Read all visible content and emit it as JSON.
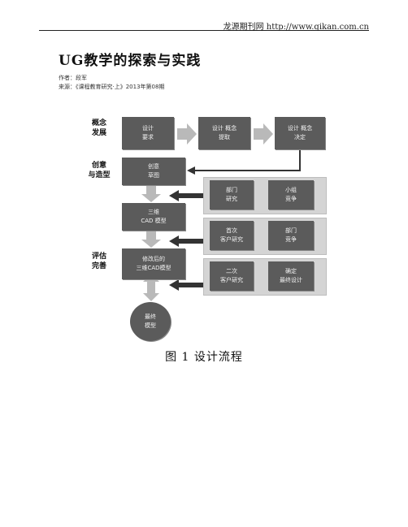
{
  "header": {
    "site": "龙源期刊网 http://www.qikan.com.cn"
  },
  "article": {
    "title": "UG教学的探索与实践",
    "author": "作者：段军",
    "source": "来源：《课程教育研究·上》2013年第08期"
  },
  "figure": {
    "stages": {
      "concept": [
        "概念",
        "发展"
      ],
      "creative": [
        "创意",
        "与造型"
      ],
      "evaluate": [
        "评估",
        "完善"
      ]
    },
    "boxes": {
      "design_req": [
        "设计",
        "要求"
      ],
      "concept_extract": [
        "设计 概念",
        "提取"
      ],
      "concept_finalize": [
        "设计 概念",
        "决定"
      ],
      "sketch": [
        "创意",
        "草图"
      ],
      "dept_research": [
        "部门",
        "研究"
      ],
      "group_discussion": [
        "小组",
        "竞争"
      ],
      "cad_model": [
        "三维",
        "CAD 模型"
      ],
      "first_customer": [
        "首次",
        "客户研究"
      ],
      "dept_discussion": [
        "部门",
        "竞争"
      ],
      "revised_cad": [
        "修改后的",
        "三维CAD模型"
      ],
      "second_customer": [
        "二次",
        "客户研究"
      ],
      "confirm_prototype": [
        "确定",
        "最终设计"
      ],
      "prototype": [
        "最终",
        "模型"
      ]
    },
    "caption": "图 1 设计流程"
  }
}
